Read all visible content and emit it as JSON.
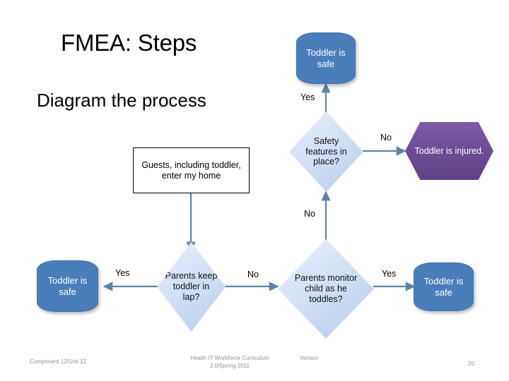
{
  "slide": {
    "title": "FMEA: Steps",
    "subtitle": "Diagram the process",
    "page_number": "20"
  },
  "footer": {
    "left": "Component 12/Unit 12",
    "center": "Health IT Workforce Curriculum 2.0/Spring 2011",
    "version": "Version",
    "page": "20"
  },
  "flowchart": {
    "nodes": {
      "toddler_safe_top": {
        "label": "Toddler is safe",
        "shape": "flag",
        "color": "#4a7ebb"
      },
      "safety_features": {
        "label": "Safety features in place?",
        "shape": "diamond",
        "color": "#cfe0f5"
      },
      "toddler_injured": {
        "label": "Toddler is injured.",
        "shape": "hexagon",
        "color": "#6b4b93"
      },
      "guests_enter": {
        "label": "Guests, including toddler, enter my home",
        "shape": "process",
        "color": "#ffffff"
      },
      "toddler_safe_left": {
        "label": "Toddler is safe",
        "shape": "flag",
        "color": "#4a7ebb"
      },
      "parents_keep_lap": {
        "label": "Parents keep toddler in lap?",
        "shape": "diamond",
        "color": "#cfe0f5"
      },
      "parents_monitor": {
        "label": "Parents monitor child as he toddles?",
        "shape": "diamond",
        "color": "#cfe0f5"
      },
      "toddler_safe_right": {
        "label": "Toddler is safe",
        "shape": "flag",
        "color": "#4a7ebb"
      }
    },
    "edge_labels": {
      "safety_yes": "Yes",
      "safety_no": "No",
      "monitor_no": "No",
      "lap_yes": "Yes",
      "lap_no": "No",
      "monitor_yes": "Yes"
    },
    "connector_color": "#5b83a8"
  }
}
